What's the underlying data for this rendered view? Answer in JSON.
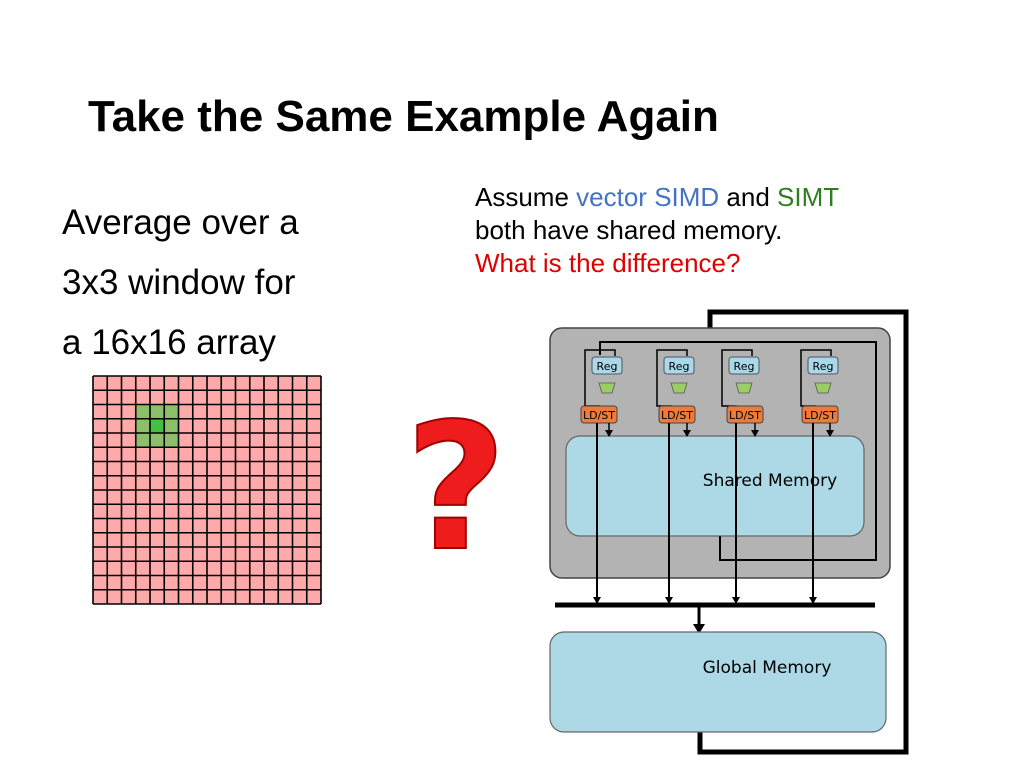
{
  "slide": {
    "title": "Take the Same Example Again",
    "left_lines": [
      "Average over a",
      "3x3 window for",
      "a 16x16 array"
    ],
    "assume": {
      "pre": "Assume ",
      "vector": "vector",
      "simd": "SIMD",
      "and": " and ",
      "simt": "SIMT",
      "line2": "both have shared memory.",
      "question": "What is the difference?"
    },
    "question_mark": "?"
  },
  "grid": {
    "rows": 16,
    "cols": 16,
    "window_size": 3,
    "window_center": [
      4,
      3
    ],
    "cell_color": "#ffaaaa",
    "window_color": "#8dbf6a",
    "center_color": "#44c044"
  },
  "diagram": {
    "reg_label": "Reg",
    "ldst_label": "LD/ST",
    "lane_count": 4,
    "shared_memory_label": "Shared Memory",
    "global_memory_label": "Global Memory",
    "colors": {
      "frame": "#b3b3b3",
      "reg": "#a8d8ea",
      "ldst": "#ee7b3a",
      "alu": "#9ccc65",
      "memory": "#add8e6"
    }
  }
}
